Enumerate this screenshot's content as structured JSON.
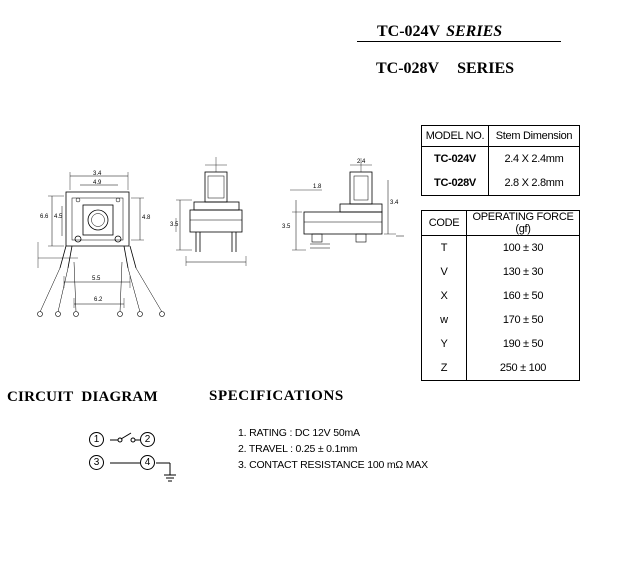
{
  "titles": {
    "series_1_model": "TC-024V",
    "series_1_word": "SERIES",
    "series_2_model": "TC-028V",
    "series_2_word": "SERIES"
  },
  "model_table": {
    "headers": [
      "MODEL NO.",
      "Stem Dimension"
    ],
    "rows": [
      {
        "model": "TC-024V",
        "stem": "2.4 X 2.4mm"
      },
      {
        "model": "TC-028V",
        "stem": "2.8 X 2.8mm"
      }
    ]
  },
  "force_table": {
    "headers": [
      "CODE",
      "OPERATING FORCE (gf)"
    ],
    "rows": [
      {
        "code": "T",
        "force": "100 ± 30"
      },
      {
        "code": "V",
        "force": "130 ± 30"
      },
      {
        "code": "X",
        "force": "160 ± 50"
      },
      {
        "code": "w",
        "force": "170 ± 50"
      },
      {
        "code": "Y",
        "force": "190 ± 50"
      },
      {
        "code": "Z",
        "force": "250 ± 100"
      }
    ]
  },
  "circuit": {
    "title_word_1": "CIRCUIT",
    "title_word_2": "DIAGRAM",
    "nodes": [
      "1",
      "2",
      "3",
      "4"
    ]
  },
  "specifications": {
    "title": "SPECIFICATIONS",
    "items": [
      "1. RATING : DC 12V  50mA",
      "2. TRAVEL : 0.25 ± 0.1mm",
      "3. CONTACT  RESISTANCE 100 mΩ MAX"
    ]
  },
  "drawing_dims": {
    "front_top": "3.4",
    "front_mid": "4.9",
    "front_wide": "5.5",
    "front_left": "6.6",
    "front_left2": "4.5",
    "front_bottom": "6.2",
    "front_side": "4.8",
    "side_height": "3.5",
    "right_top": "2.4",
    "right_mid": "3.4",
    "right_left": "3.5",
    "right_base": "1.8"
  }
}
